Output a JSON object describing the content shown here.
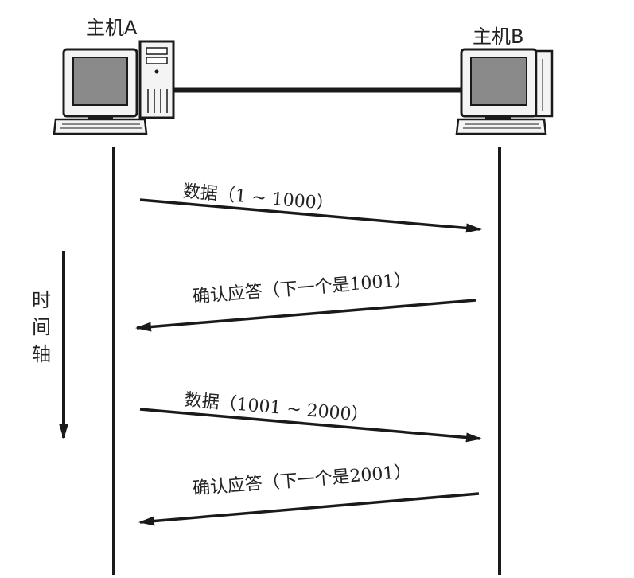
{
  "hosts": {
    "a": {
      "label": "主机A"
    },
    "b": {
      "label": "主机B"
    }
  },
  "time_axis": {
    "label": "时间轴"
  },
  "messages": [
    {
      "text": "数据（1 ~ 1000）",
      "direction": "A-to-B"
    },
    {
      "text": "确认应答（下一个是1001）",
      "direction": "B-to-A"
    },
    {
      "text": "数据（1001 ~ 2000）",
      "direction": "A-to-B"
    },
    {
      "text": "确认应答（下一个是2001）",
      "direction": "B-to-A"
    }
  ],
  "colors": {
    "ink": "#1a1a1a",
    "screen": "#8a8a8a",
    "body": "#f4f4f4"
  }
}
